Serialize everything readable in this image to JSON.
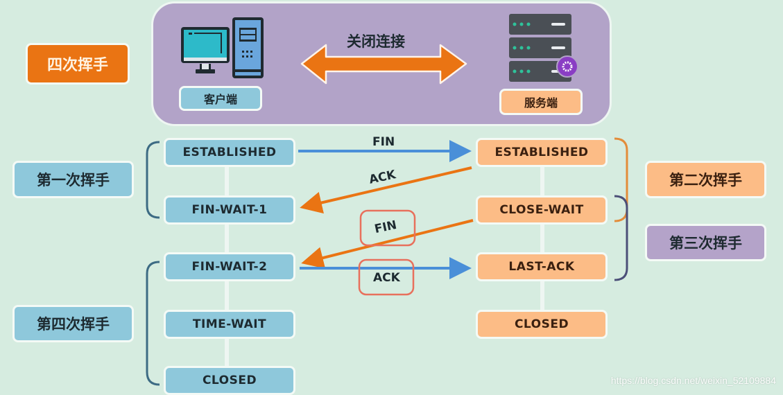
{
  "title": "四次挥手",
  "top_panel": {
    "action_label": "关闭连接",
    "client_label": "客户端",
    "server_label": "服务端"
  },
  "client_states": [
    "ESTABLISHED",
    "FIN-WAIT-1",
    "FIN-WAIT-2",
    "TIME-WAIT",
    "CLOSED"
  ],
  "server_states": [
    "ESTABLISHED",
    "CLOSE-WAIT",
    "LAST-ACK",
    "CLOSED"
  ],
  "phases": {
    "first": "第一次挥手",
    "second": "第二次挥手",
    "third": "第三次挥手",
    "fourth": "第四次挥手"
  },
  "messages": {
    "fin1": "FIN",
    "ack1": "ACK",
    "fin2": "FIN",
    "ack2": "ACK"
  },
  "colors": {
    "background": "#d6ece0",
    "client": "#8ec8db",
    "server": "#fcbc86",
    "panel": "#b2a3c8",
    "accent": "#ea7413",
    "arrow_blue": "#4a8fd8",
    "arrow_orange": "#ea7413",
    "highlight": "#e8705c"
  },
  "watermark": "https://blog.csdn.net/weixin_52109884"
}
